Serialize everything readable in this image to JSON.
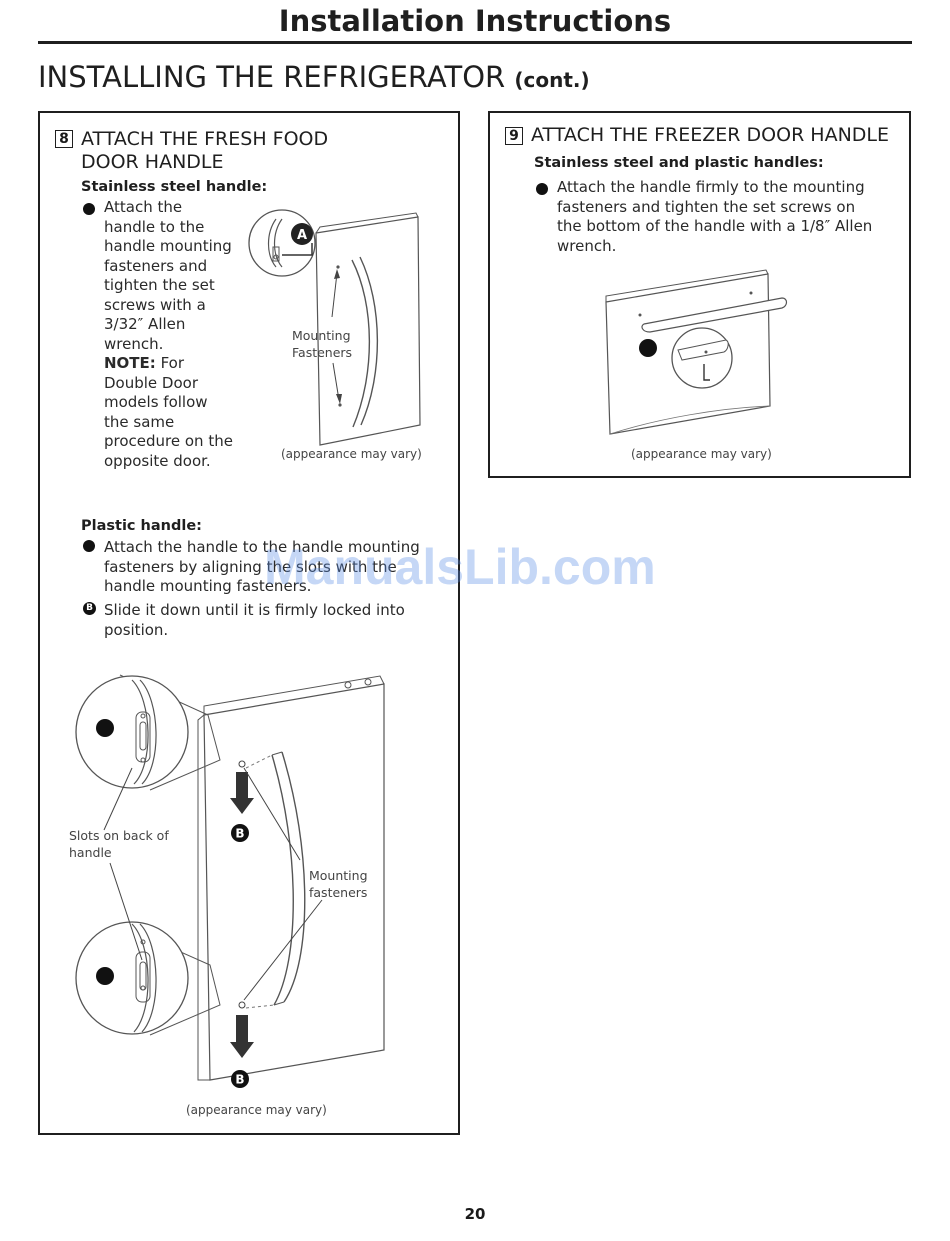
{
  "header": {
    "title": "Installation Instructions"
  },
  "section": {
    "title": "INSTALLING THE REFRIGERATOR",
    "cont": "(cont.)"
  },
  "step8": {
    "number": "8",
    "title_line1": "ATTACH THE FRESH FOOD",
    "title_line2": "DOOR HANDLE",
    "stainless": {
      "heading": "Stainless steel handle:",
      "lines": [
        "Attach the",
        "handle to the",
        "handle mounting",
        "fasteners and",
        "tighten the set",
        "screws with a",
        "3/32″ Allen",
        "wrench."
      ],
      "note_label": "NOTE:",
      "note_lines": [
        "For",
        "Double Door",
        "models follow",
        "the same",
        "procedure on the",
        "opposite door."
      ]
    },
    "figure1": {
      "callout": "A",
      "label_line1": "Mounting",
      "label_line2": "Fasteners",
      "caption": "(appearance may vary)"
    },
    "plastic": {
      "heading": "Plastic handle:",
      "bullet_a_lines": [
        "Attach the handle to the handle mounting",
        "fasteners by aligning the slots with the",
        "handle mounting fasteners."
      ],
      "bullet_b_label": "B",
      "bullet_b_lines": [
        "Slide it down until it is firmly locked into",
        "position."
      ]
    },
    "figure2": {
      "slots_line1": "Slots on back of",
      "slots_line2": "handle",
      "mount_line1": "Mounting",
      "mount_line2": "fasteners",
      "callout_b": "B",
      "caption": "(appearance may vary)"
    }
  },
  "step9": {
    "number": "9",
    "title": "ATTACH THE FREEZER DOOR HANDLE",
    "heading": "Stainless steel and plastic handles:",
    "lines": [
      "Attach the handle firmly to the mounting",
      "fasteners and tighten the set screws on",
      "the bottom of the handle with a 1/8″ Allen",
      "wrench."
    ],
    "caption": "(appearance may vary)"
  },
  "watermark": "ManualsLib.com",
  "page_number": "20"
}
